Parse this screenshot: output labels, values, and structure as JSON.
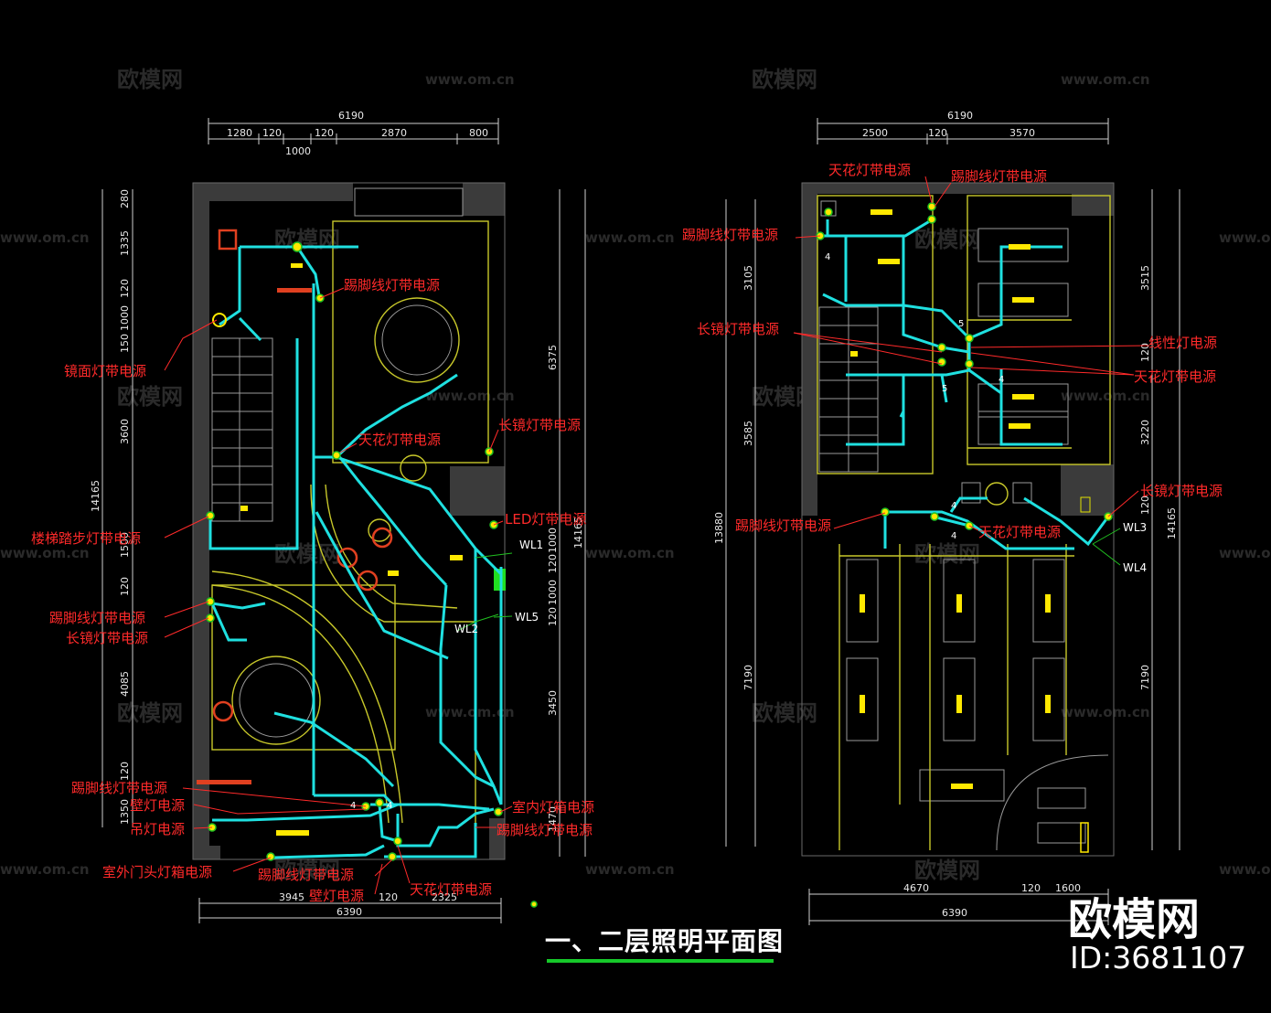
{
  "watermarks": {
    "brand_cn": "欧模网",
    "url": "www.om.cn"
  },
  "title": "一、二层照明平面图",
  "brand": {
    "name": "欧模网",
    "id": "ID:3681107"
  },
  "left_plan": {
    "top_dims": {
      "overall": "6190",
      "segments": [
        "1280",
        "120",
        "120",
        "2870",
        "800"
      ],
      "sub": "1000"
    },
    "bottom_dims": {
      "segments": [
        "3945",
        "120",
        "2325"
      ],
      "overall": "6390"
    },
    "left_dims": {
      "overall": "14165",
      "segments": [
        "280",
        "1335",
        "120",
        "1000",
        "150",
        "3600",
        "1500",
        "120",
        "4085",
        "120",
        "1350"
      ]
    },
    "right_dims": {
      "overall": "14165",
      "segments": [
        "6375",
        "1000",
        "120",
        "1000",
        "120",
        "3450",
        "1470"
      ]
    },
    "labels": [
      "踢脚线灯带电源",
      "镜面灯带电源",
      "天花灯带电源",
      "长镜灯带电源",
      "楼梯踏步灯带电源",
      "LED灯带电源",
      "踢脚线灯带电源",
      "长镜灯带电源",
      "踢脚线灯带电源",
      "壁灯电源",
      "吊灯电源",
      "室外门头灯箱电源",
      "踢脚线灯带电源",
      "壁灯电源",
      "天花灯带电源",
      "室内灯箱电源",
      "踢脚线灯带电源"
    ],
    "circuits": [
      "WL1",
      "WL2",
      "WL5"
    ],
    "numbers": [
      "4",
      "4"
    ]
  },
  "right_plan": {
    "top_dims": {
      "overall": "6190",
      "segments": [
        "2500",
        "120",
        "3570"
      ]
    },
    "bottom_dims": {
      "segments": [
        "4670",
        "120",
        "1600"
      ],
      "overall": "6390"
    },
    "left_dims": {
      "overall": "13880",
      "segments": [
        "3105",
        "3585",
        "7190"
      ]
    },
    "right_dims": {
      "overall": "14165",
      "segments": [
        "3515",
        "120",
        "3220",
        "120",
        "7190"
      ]
    },
    "labels": [
      "天花灯带电源",
      "踢脚线灯带电源",
      "踢脚线灯带电源",
      "长镜灯带电源",
      "线性灯电源",
      "天花灯带电源",
      "长镜灯带电源",
      "踢脚线灯带电源",
      "天花灯带电源"
    ],
    "circuits": [
      "WL3",
      "WL4"
    ],
    "numbers": [
      "4",
      "5",
      "5",
      "4",
      "4",
      "4"
    ]
  }
}
